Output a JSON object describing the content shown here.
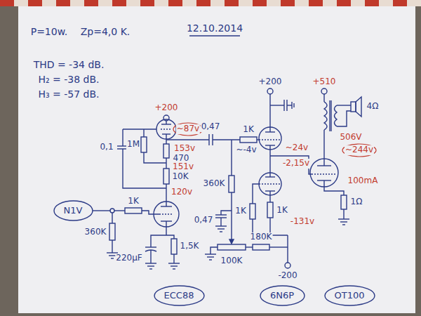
{
  "diagram": {
    "nodes": [
      {
        "text": [
          "N1V"
        ]
      },
      {
        "text": [
          "ECC88"
        ]
      },
      {
        "text": [
          "6N6P"
        ]
      },
      {
        "text": [
          "OT100"
        ]
      }
    ],
    "labels": [
      "P=10w.",
      "Zp=4,0 K.",
      "12.10.2014",
      "THD = -34 dB.",
      "H₂ = -38 dB.",
      "H₃ = -57 dB.",
      "+200",
      "~87v",
      "0,1",
      "1M",
      "153v",
      "470",
      "151v",
      "10K",
      "120v",
      "0,47",
      "~-4v",
      "1K",
      "+200",
      "+510",
      "4Ω",
      "506V",
      "~244v",
      "~24v",
      "-2,15v",
      "100mA",
      "1Ω",
      "1K",
      "360K",
      "220μF",
      "1,5K",
      "360K",
      "0,47",
      "1K",
      "1K",
      "-131v",
      "100K",
      "180K",
      "-200"
    ]
  }
}
